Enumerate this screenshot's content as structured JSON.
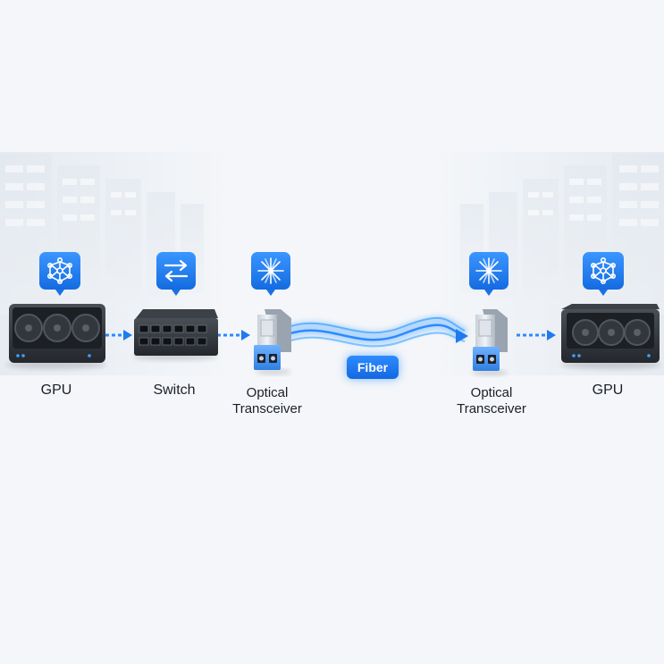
{
  "nodes": [
    {
      "id": "gpu-left",
      "label": "GPU",
      "icon": "neural-network-icon"
    },
    {
      "id": "switch",
      "label": "Switch",
      "icon": "swap-arrows-icon"
    },
    {
      "id": "transceiver-left",
      "label": "Optical\nTransceiver",
      "icon": "laser-starburst-icon"
    },
    {
      "id": "transceiver-right",
      "label": "Optical\nTransceiver",
      "icon": "laser-starburst-icon"
    },
    {
      "id": "gpu-right",
      "label": "GPU",
      "icon": "neural-network-icon"
    }
  ],
  "fiber_label": "Fiber",
  "colors": {
    "accent": "#1f7af0",
    "glow": "#3fa0ff",
    "device_dark": "#2d3138",
    "background": "#f4f6f9"
  }
}
